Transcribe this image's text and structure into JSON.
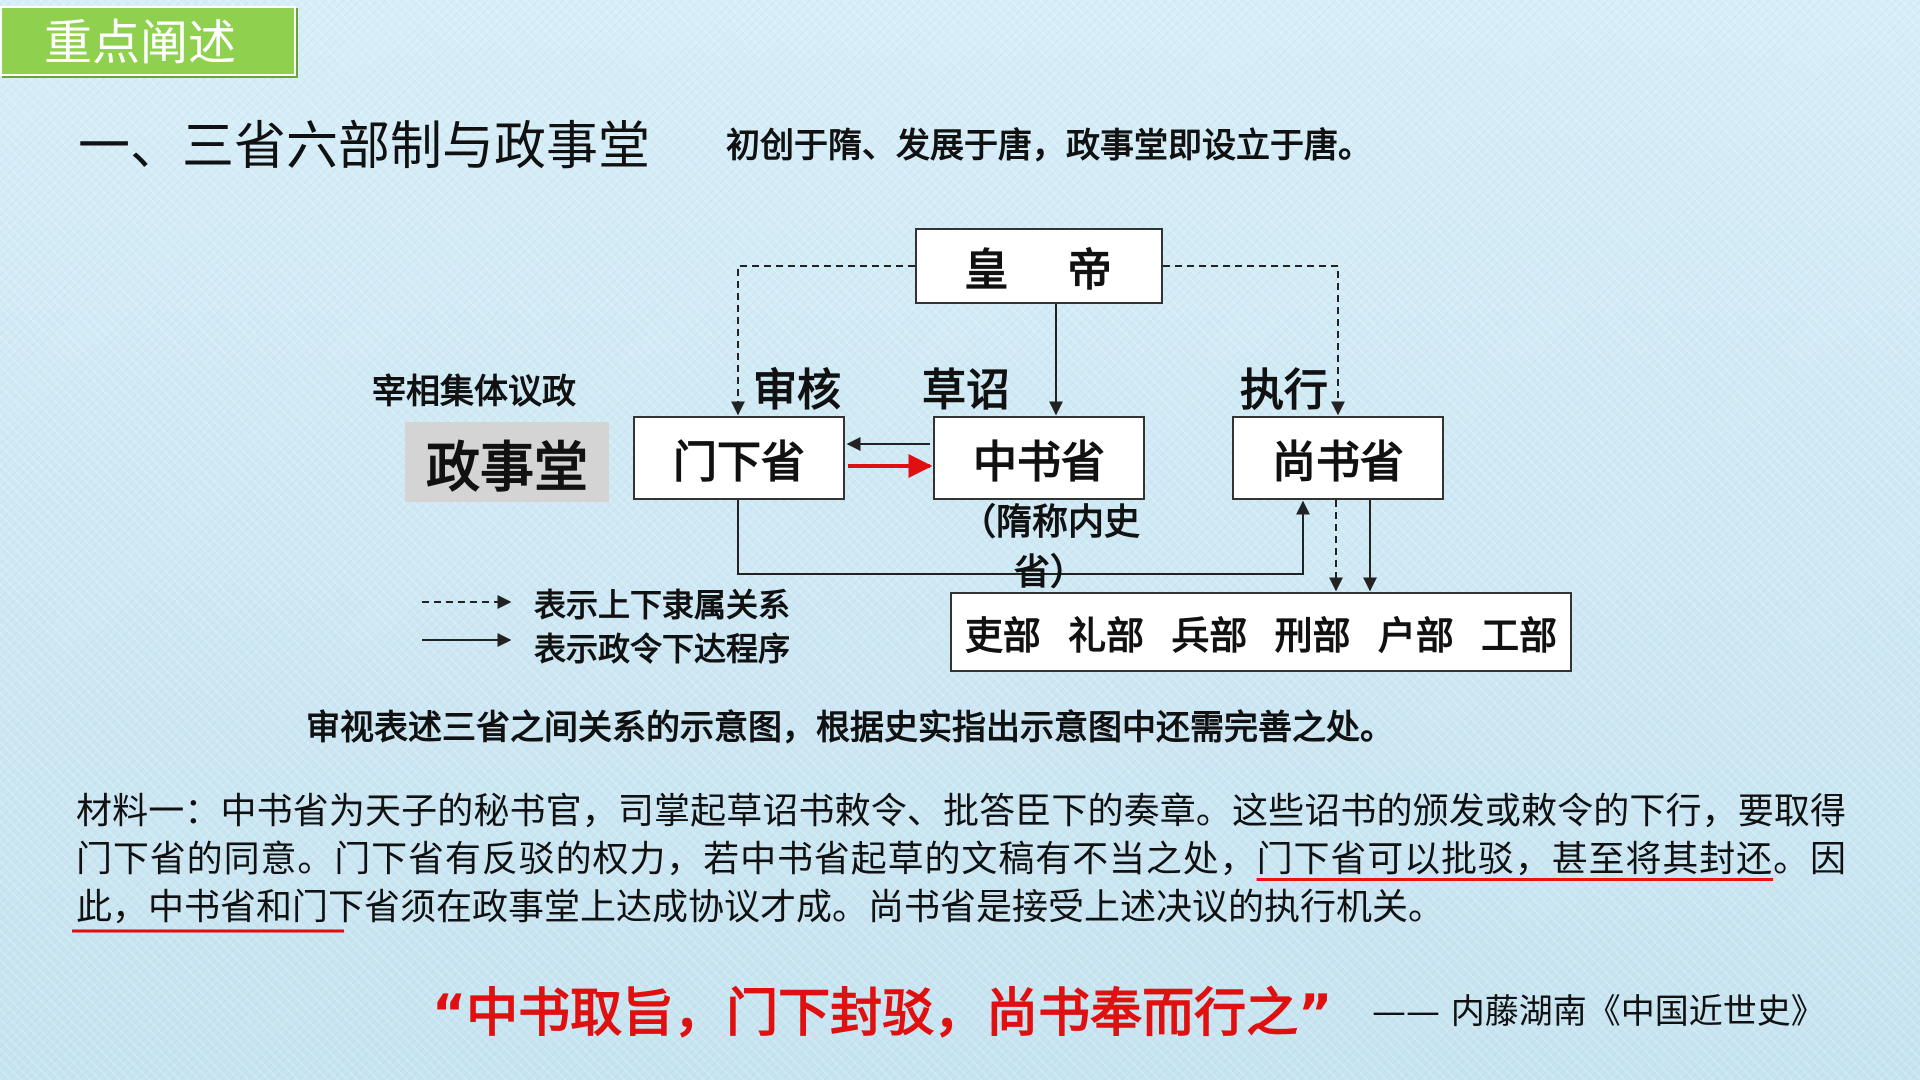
{
  "header": {
    "tag": "重点阐述",
    "title": "一、三省六部制与政事堂",
    "subtitle": "初创于隋、发展于唐，政事堂即设立于唐。"
  },
  "diagram": {
    "nodes": {
      "emperor": "皇 帝",
      "menxia": "门下省",
      "zhongshu": "中书省",
      "zhongshu_note": "（隋称内史省）",
      "shangshu": "尚书省",
      "six_depts": "吏部 礼部 兵部 刑部 户部 工部",
      "zhengshitang": "政事堂",
      "zhengshitang_label": "宰相集体议政"
    },
    "edge_labels": {
      "review": "审核",
      "draft": "草诏",
      "execute": "执行"
    },
    "legend": {
      "dashed": "表示上下隶属关系",
      "solid": "表示政令下达程序"
    },
    "colors": {
      "red_arrow": "#e01010",
      "tag": "#8fd14f"
    }
  },
  "question": "审视表述三省之间关系的示意图，根据史实指出示意图中还需完善之处。",
  "material": {
    "part1": "材料一：中书省为天子的秘书官，司掌起草诏书敕令、批答臣下的奏章。这些诏书的颁发或敕令的下行，要取得门下省的同意。门下省有反驳的权力，若中书省起草的文稿有不当之处，",
    "underlined": "门下省可以批驳，甚至将其封还",
    "part2": "。因此，中书省和门下省须在政事堂上达成协议才成。尚书省是接受上述决议的执行机关。"
  },
  "quote": "“中书取旨，门下封驳，尚书奉而行之”",
  "quote_author": "—— 内藤湖南《中国近世史》"
}
